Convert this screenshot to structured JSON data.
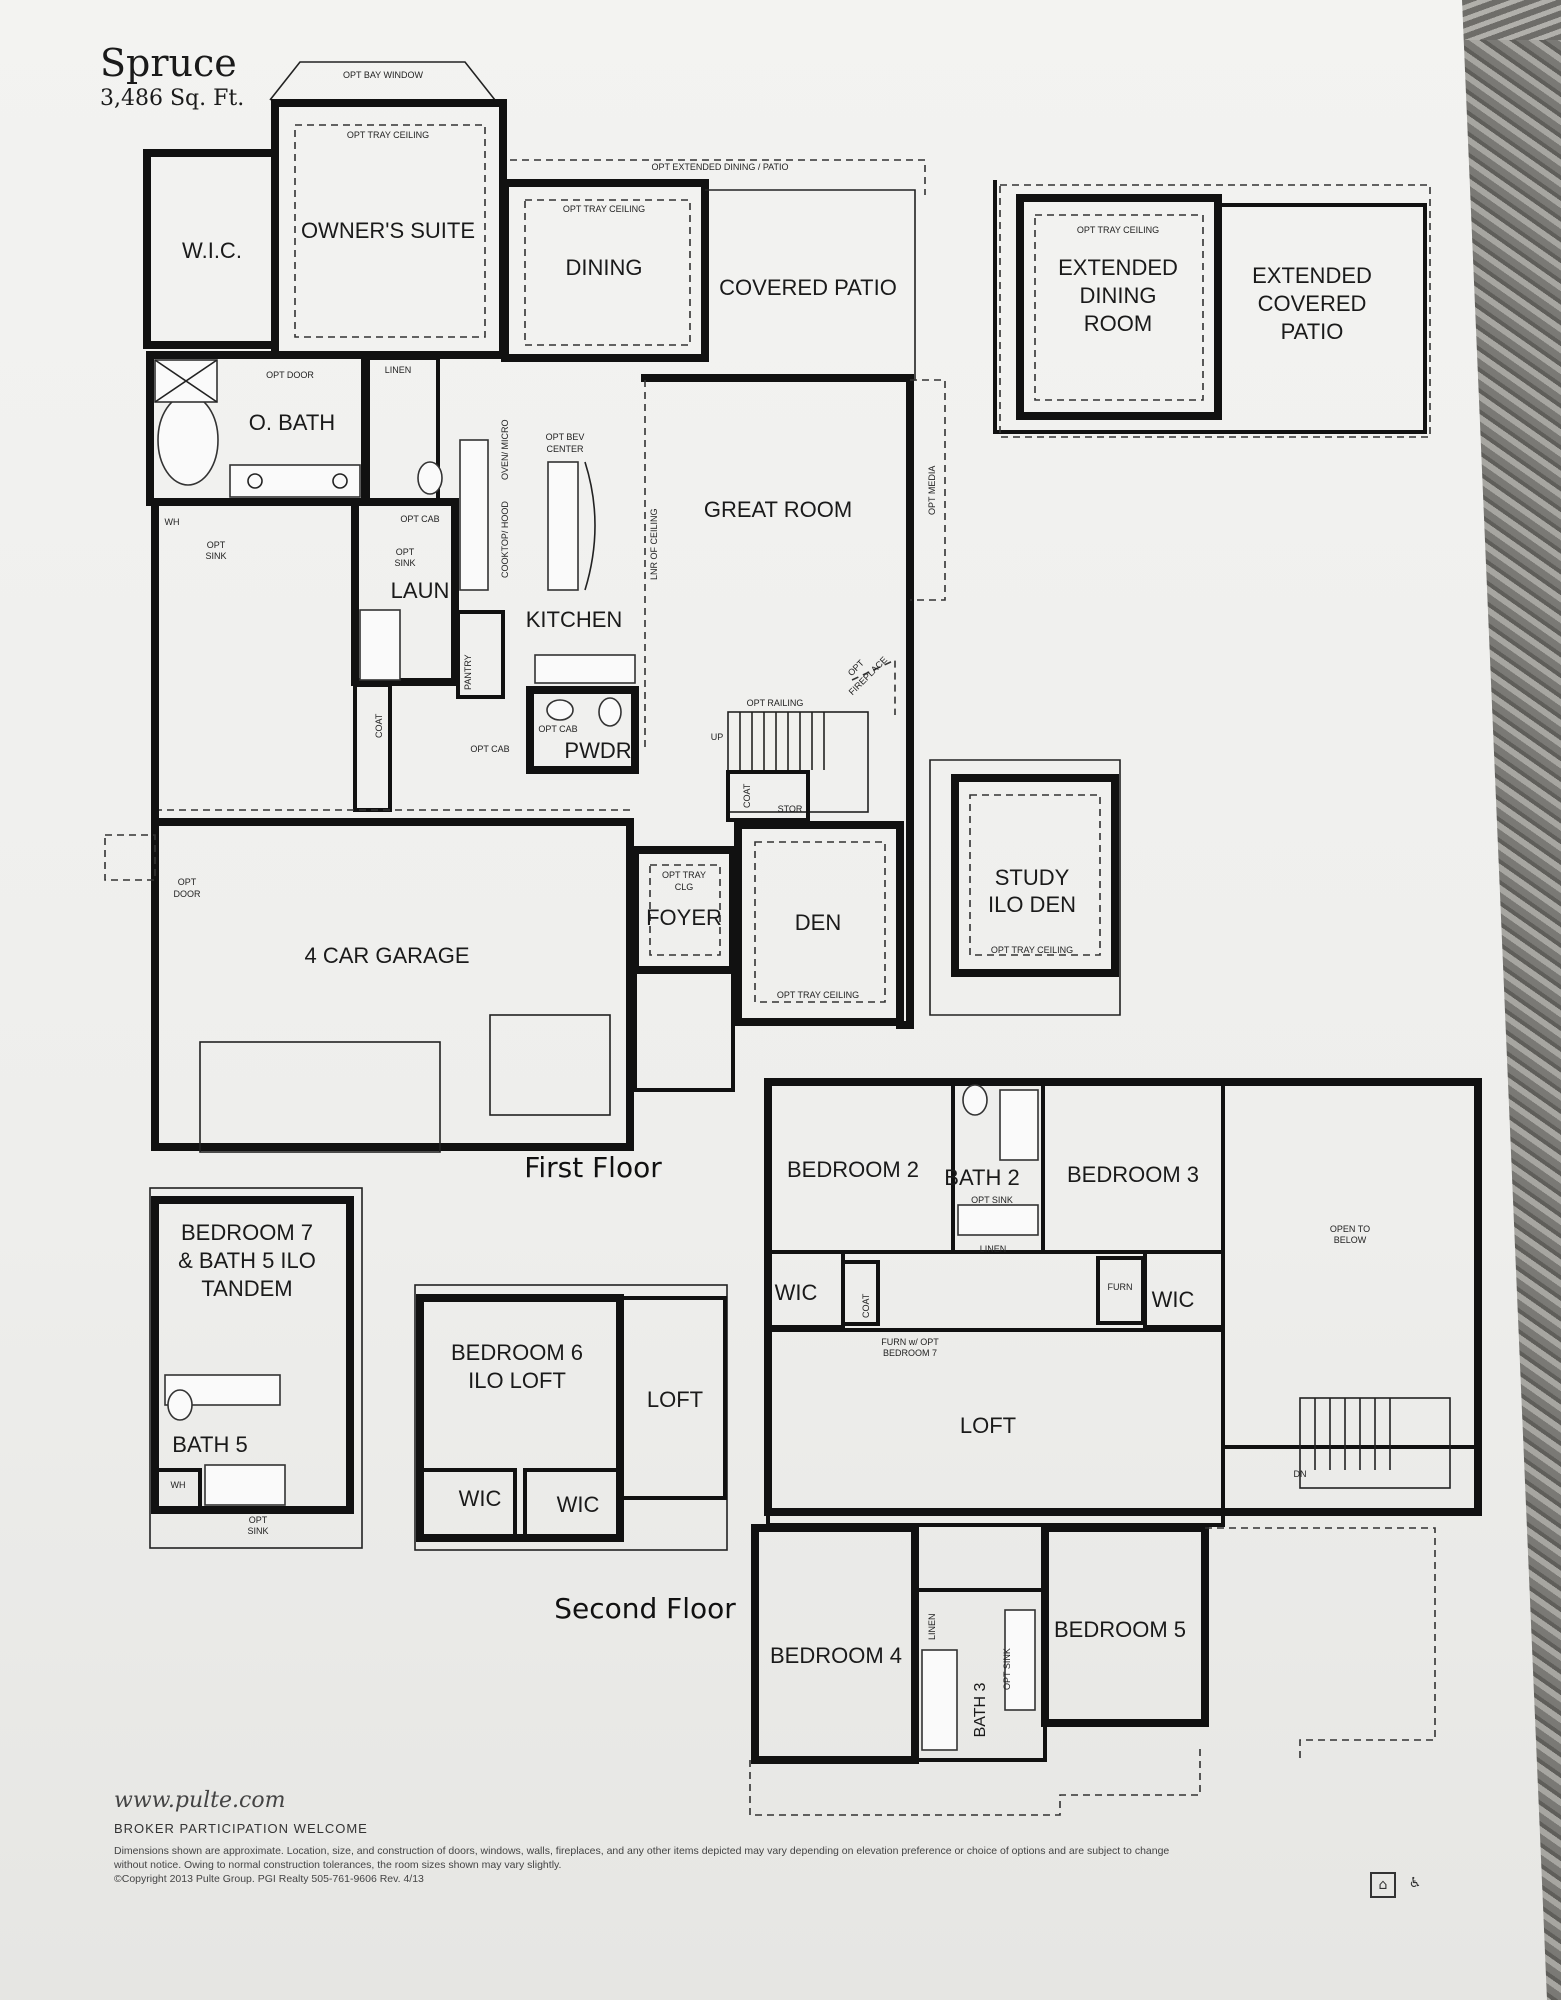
{
  "plan": {
    "name": "Spruce",
    "sqft": "3,486 Sq. Ft."
  },
  "floors": {
    "first": "First Floor",
    "second": "Second Floor"
  },
  "rooms": {
    "owners_suite": "OWNER'S SUITE",
    "wic": "W.I.C.",
    "dining": "DINING",
    "covered_patio": "COVERED PATIO",
    "ext_dining": [
      "EXTENDED",
      "DINING",
      "ROOM"
    ],
    "ext_patio": [
      "EXTENDED",
      "COVERED",
      "PATIO"
    ],
    "obath": "O. BATH",
    "great_room": "GREAT ROOM",
    "kitchen": "KITCHEN",
    "laun": "LAUN",
    "pwdr": "PWDR",
    "garage": "4 CAR GARAGE",
    "foyer": "FOYER",
    "den": "DEN",
    "study": [
      "STUDY",
      "ILO DEN"
    ],
    "bed2": "BEDROOM 2",
    "bath2": "BATH 2",
    "bed3": "BEDROOM 3",
    "wic2": "WIC",
    "wic3": "WIC",
    "open_below": [
      "OPEN TO",
      "BELOW"
    ],
    "loft": "LOFT",
    "bed4": "BEDROOM 4",
    "bath3": "BATH 3",
    "bed5": "BEDROOM 5",
    "bed7": [
      "BEDROOM 7",
      "& BATH 5 ILO",
      "TANDEM"
    ],
    "bath5": "BATH 5",
    "bed6": [
      "BEDROOM 6",
      "ILO LOFT"
    ],
    "loft_alt": "LOFT",
    "wic6a": "WIC",
    "wic6b": "WIC"
  },
  "notes": {
    "opt_bay_window": "OPT BAY WINDOW",
    "opt_tray_ceiling": "OPT TRAY CEILING",
    "opt_ext_dining_patio": "OPT EXTENDED DINING / PATIO",
    "opt_door": "OPT DOOR",
    "linen": "LINEN",
    "opt_bev_center": [
      "OPT BEV",
      "CENTER"
    ],
    "oven_micro": "OVEN/ MICRO",
    "cooktop_hood": "COOKTOP/ HOOD",
    "lnr_of_ceiling": "LNR OF CEILING",
    "opt_media": "OPT MEDIA",
    "opt_cab": "OPT CAB",
    "opt_sink": [
      "OPT",
      "SINK"
    ],
    "pantry": "PANTRY",
    "coat": "COAT",
    "opt_railing": "OPT RAILING",
    "opt_fireplace": [
      "OPT",
      "FIREPLACE"
    ],
    "up": "UP",
    "stor": "STOR",
    "opt_tray_clg": [
      "OPT TRAY",
      "CLG"
    ],
    "opt_door2": [
      "OPT",
      "DOOR"
    ],
    "opt_sink_bath": "OPT SINK",
    "furn": "FURN",
    "furn_opt_bed7": [
      "FURN w/ OPT",
      "BEDROOM 7"
    ],
    "dn": "DN",
    "wh": "WH"
  },
  "footer": {
    "url": "www.pulte.com",
    "broker": "BROKER PARTICIPATION WELCOME",
    "disclaimer": "Dimensions shown are approximate. Location, size, and construction of doors, windows, walls, fireplaces, and any other items depicted may vary depending on elevation preference or choice of options and are subject to change without notice. Owing to normal construction tolerances, the room sizes shown may vary slightly.",
    "copyright": "©Copyright 2013 Pulte Group. PGI Realty 505-761-9606 Rev. 4/13"
  },
  "icons": {
    "equal_housing": "equal-housing-icon",
    "accessibility": "accessibility-icon"
  }
}
